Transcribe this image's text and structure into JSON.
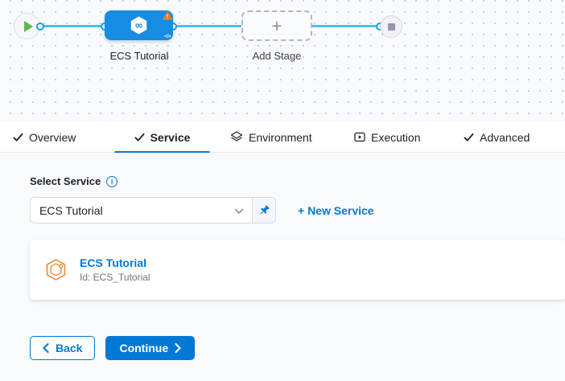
{
  "pipeline": {
    "stage_label": "ECS Tutorial",
    "add_stage_label": "Add Stage",
    "add_stage_plus": "+",
    "code_icon_glyph": "</>",
    "stage_icon_glyph": "∞"
  },
  "tabs": [
    {
      "label": "Overview",
      "icon": "check",
      "active": false
    },
    {
      "label": "Service",
      "icon": "check",
      "active": true
    },
    {
      "label": "Environment",
      "icon": "layers-diamond",
      "active": false
    },
    {
      "label": "Execution",
      "icon": "play-box",
      "active": false
    },
    {
      "label": "Advanced",
      "icon": "check",
      "active": false
    }
  ],
  "service_form": {
    "label": "Select Service",
    "info_glyph": "i",
    "select_value": "ECS Tutorial",
    "new_service_label": "+ New Service",
    "card": {
      "title": "ECS Tutorial",
      "id": "Id: ECS_Tutorial"
    }
  },
  "footer": {
    "back_label": "Back",
    "continue_label": "Continue"
  },
  "colors": {
    "primary": "#0278d5",
    "node_blue": "#168ce2",
    "connector_blue": "#45c0ea",
    "warning_orange": "#f5781d",
    "service_icon_orange": "#e9862f",
    "play_green": "#5cb652"
  }
}
